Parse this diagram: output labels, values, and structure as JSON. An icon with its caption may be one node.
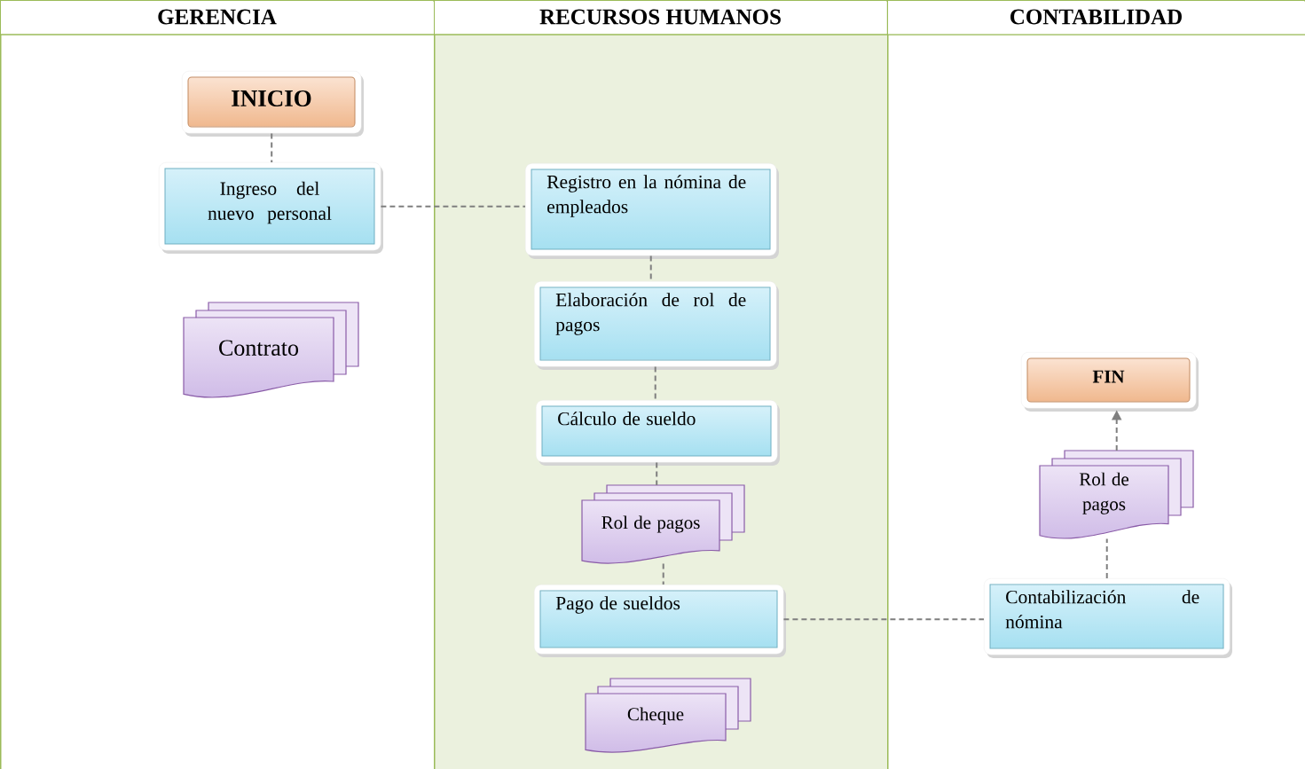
{
  "diagram": {
    "nodes": [
      {
        "text": [
          "GERENCIA"
        ]
      },
      {
        "text": [
          "RECURSOS HUMANOS"
        ]
      },
      {
        "text": [
          "CONTABILIDAD"
        ]
      },
      {
        "text": [
          "INICIO"
        ],
        "in": 0
      },
      {
        "text": [
          "Ingreso del nuevo personal"
        ],
        "in": 0
      },
      {
        "text": [
          "Contrato"
        ],
        "in": 0
      },
      {
        "text": [
          "Registro en la nómina de empleados"
        ],
        "in": 1
      },
      {
        "text": [
          "Elaboración de rol de pagos"
        ],
        "in": 1
      },
      {
        "text": [
          "Cálculo de sueldo"
        ],
        "in": 1
      },
      {
        "text": [
          "Rol de pagos"
        ],
        "in": 1
      },
      {
        "text": [
          "Pago de sueldos"
        ],
        "in": 1
      },
      {
        "text": [
          "Cheque"
        ],
        "in": 1
      },
      {
        "text": [
          "FIN"
        ],
        "in": 2
      },
      {
        "text": [
          "Rol de pagos"
        ],
        "in": 2
      },
      {
        "text": [
          "Contabilización de nómina"
        ],
        "in": 2
      }
    ],
    "edges": [
      {
        "from": 3,
        "to": 4,
        "arrow": "none",
        "style": "dashed"
      },
      {
        "from": 4,
        "to": 6,
        "arrow": "none",
        "style": "dashed"
      },
      {
        "from": 6,
        "to": 7,
        "arrow": "none",
        "style": "dashed"
      },
      {
        "from": 7,
        "to": 8,
        "arrow": "none",
        "style": "dashed"
      },
      {
        "from": 8,
        "to": 9,
        "arrow": "none",
        "style": "dashed"
      },
      {
        "from": 9,
        "to": 10,
        "arrow": "none",
        "style": "dashed"
      },
      {
        "from": 10,
        "to": 14,
        "arrow": "none",
        "style": "dashed"
      },
      {
        "from": 14,
        "to": 13,
        "arrow": "none",
        "style": "dashed"
      },
      {
        "from": 13,
        "to": 12,
        "arrow": "to",
        "style": "dashed"
      }
    ]
  }
}
